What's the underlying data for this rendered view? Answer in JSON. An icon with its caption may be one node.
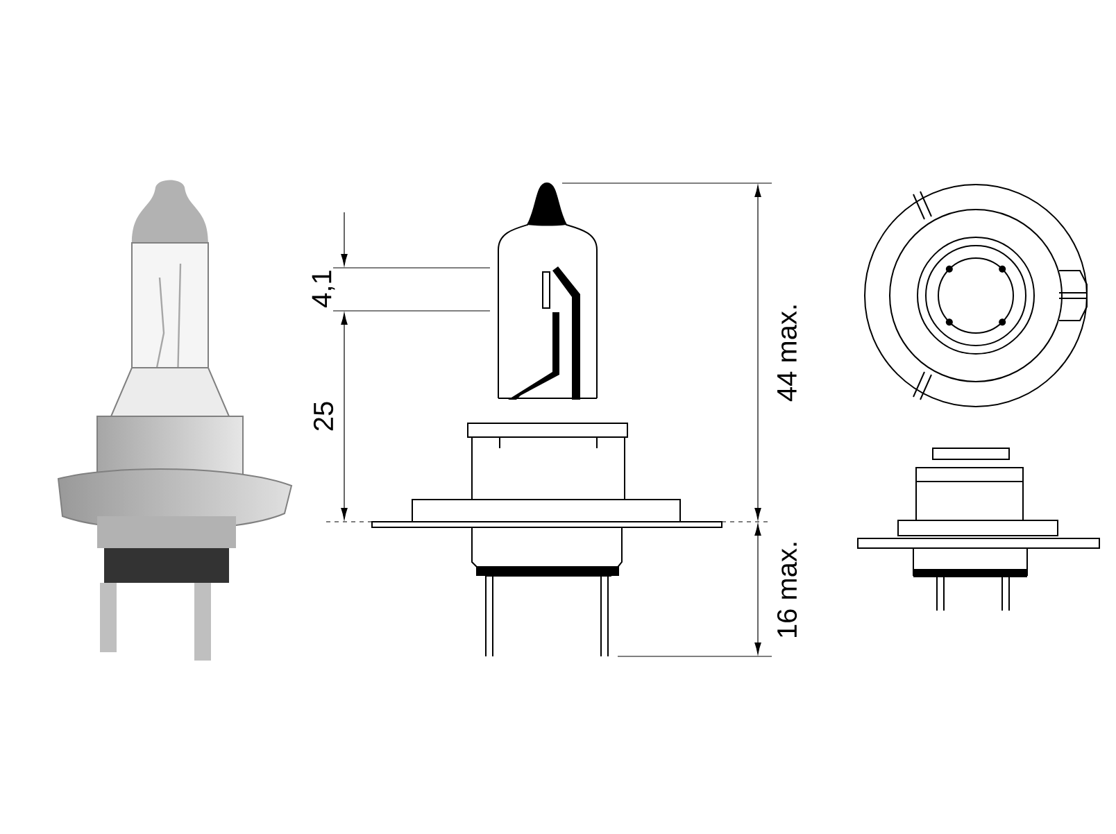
{
  "diagram": {
    "labels": [
      "4,1",
      "25",
      "44 max.",
      "16 max."
    ]
  }
}
